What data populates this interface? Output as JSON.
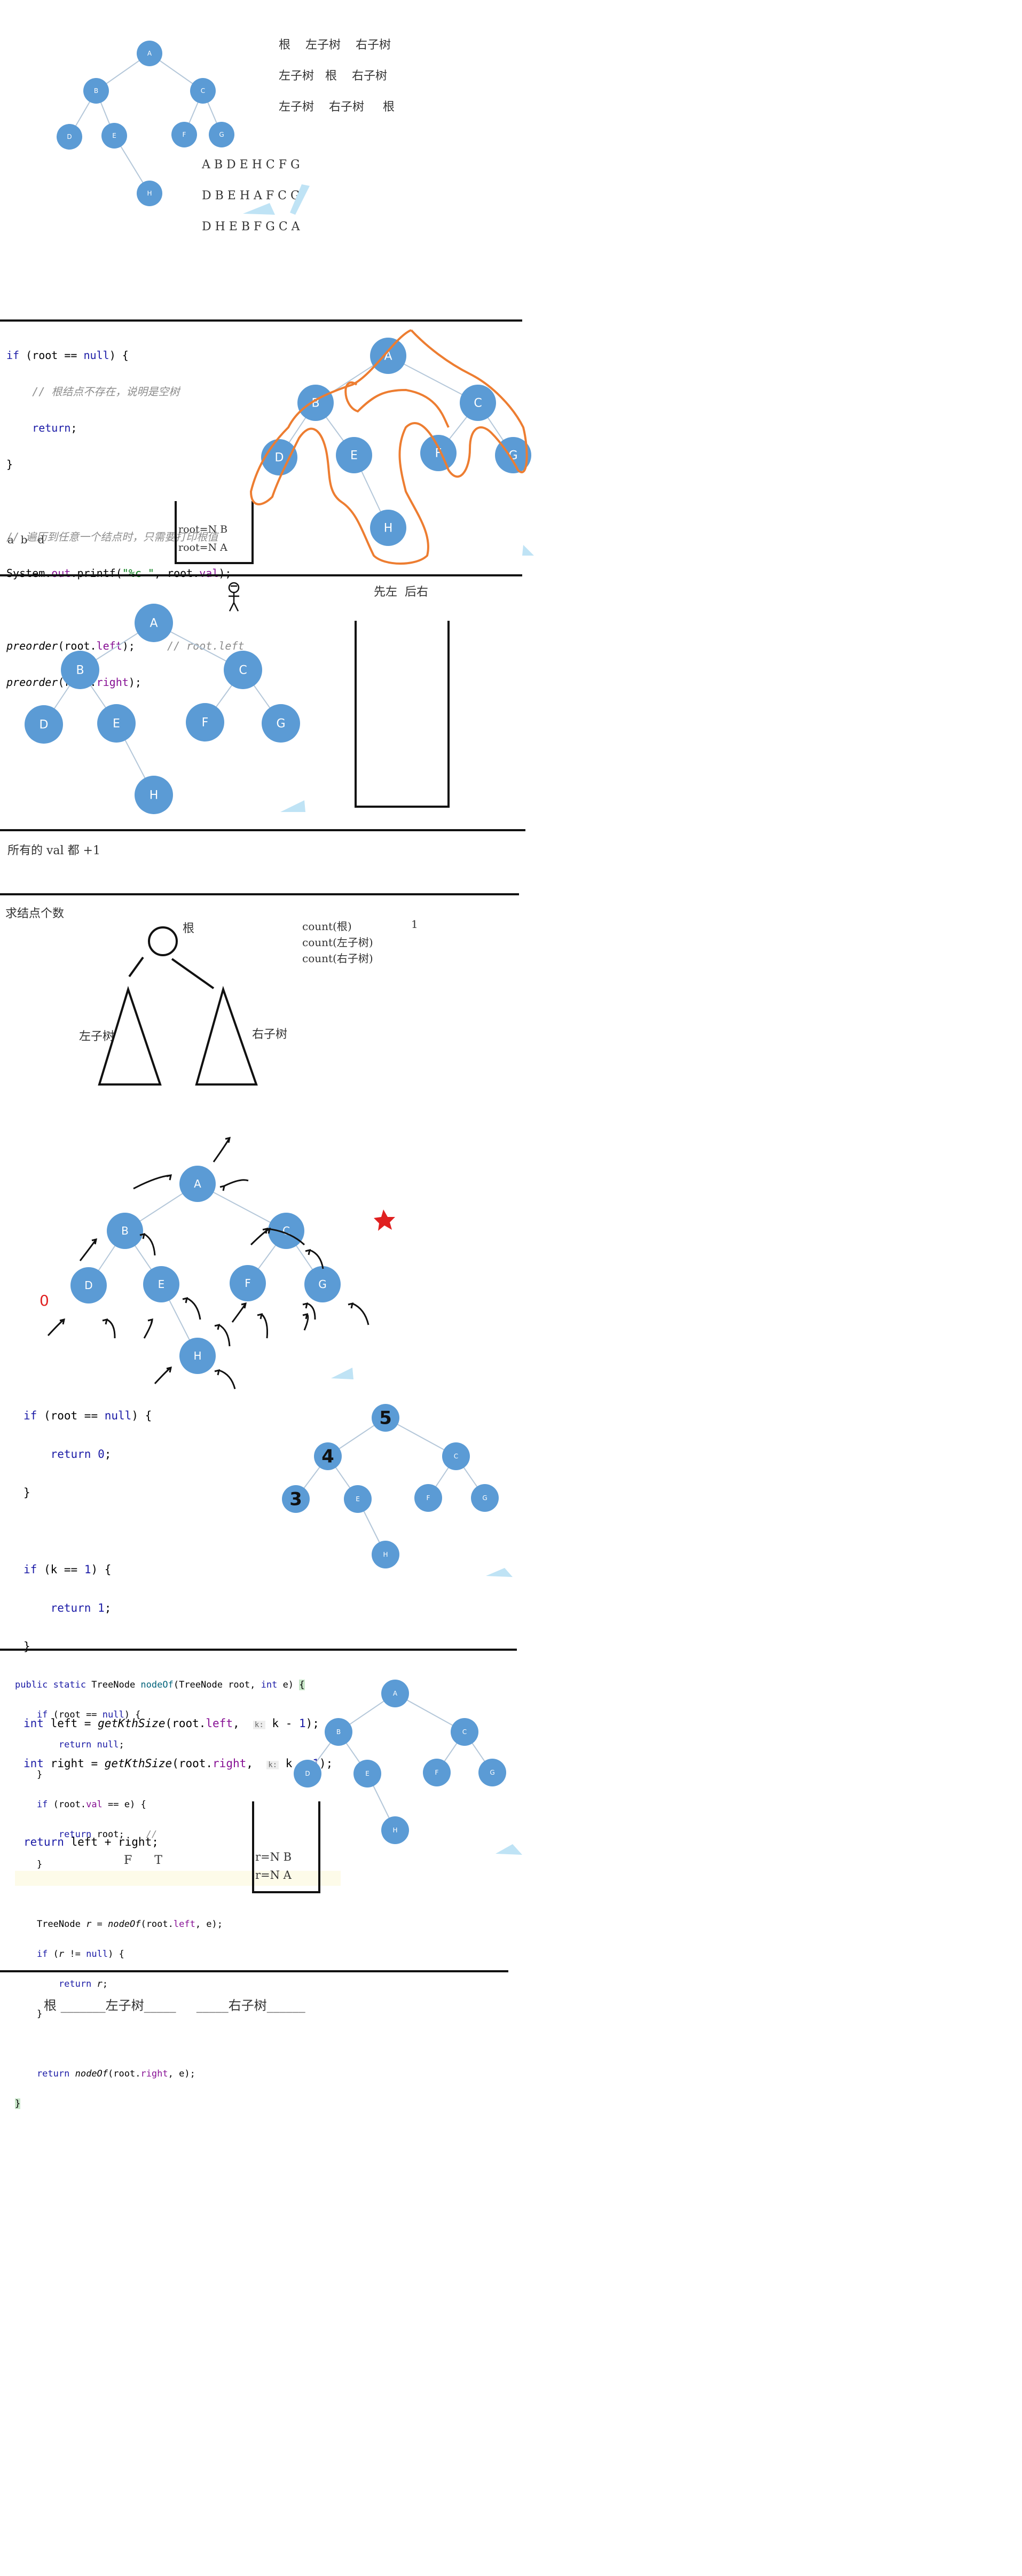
{
  "nodes": [
    "A",
    "B",
    "C",
    "D",
    "E",
    "F",
    "G",
    "H"
  ],
  "section1": {
    "orders": [
      "根    左子树    右子树",
      "左子树   根    右子树",
      "左子树    右子树     根"
    ],
    "sequences": [
      "A B D E H C F G",
      "D B E H A F C G",
      "D H E B F G C A"
    ]
  },
  "section2": {
    "code": [
      "if (root == null) {",
      "    // 根结点不存在，说明是空树",
      "    return;",
      "}",
      "",
      "// 遍历到任意一个结点时，只需要打印根值",
      "System.out.printf(\"%c \", root.val);",
      "",
      "preorder(root.left);     // root.left",
      "preorder(root.right);"
    ],
    "stack": [
      "root=N B",
      "root=N A"
    ],
    "printed": "a  b   d"
  },
  "section3": {
    "label": "先左  后右"
  },
  "section4": {
    "text": "所有的 val 都 +1"
  },
  "section5": {
    "title": "求结点个数",
    "root_label": "根",
    "left_label": "左子树",
    "right_label": "右子树",
    "counts": [
      "count(根)",
      "count(左子树)",
      "count(右子树)"
    ],
    "count_value": "1",
    "zero_mark": "0"
  },
  "section6": {
    "code": [
      "if (root == null) {",
      "    return 0;",
      "}",
      "",
      "if (k == 1) {",
      "    return 1;",
      "}",
      "",
      "int left = getKthSize(root.left,  k: k - 1);",
      "int right = getKthSize(root.right,  k: k - 1);",
      "",
      "return left + right;"
    ],
    "hint": "k:",
    "tree_marks": [
      "5",
      "4",
      "3"
    ]
  },
  "section7": {
    "code": [
      "public static TreeNode nodeOf(TreeNode root, int e) {",
      "    if (root == null) {",
      "        return null;",
      "    }",
      "    if (root.val == e) {",
      "        return root;    //",
      "    }",
      "",
      "    TreeNode r = nodeOf(root.left, e);",
      "    if (r != null) {",
      "        return r;",
      "    }",
      "",
      "    return nodeOf(root.right, e);",
      "}"
    ],
    "tf": "F      T",
    "stack": [
      "r=N B",
      "r=N A"
    ]
  },
  "section8": {
    "text": "根 _______左子树_____     _____右子树______"
  },
  "colors": {
    "node": "#5b9bd5",
    "edge": "#b4c7d9",
    "orange": "#ed7d31",
    "rule": "#111111",
    "star": "#e02020"
  }
}
